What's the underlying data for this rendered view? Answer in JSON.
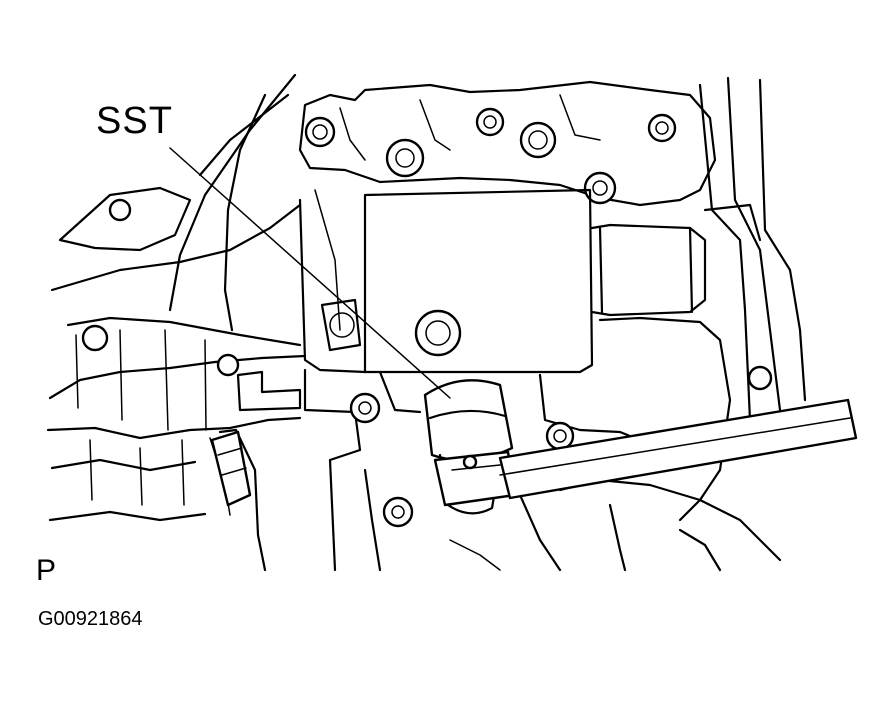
{
  "diagram": {
    "callout_label": "SST",
    "position_label": "P",
    "reference_code": "G00921864"
  }
}
